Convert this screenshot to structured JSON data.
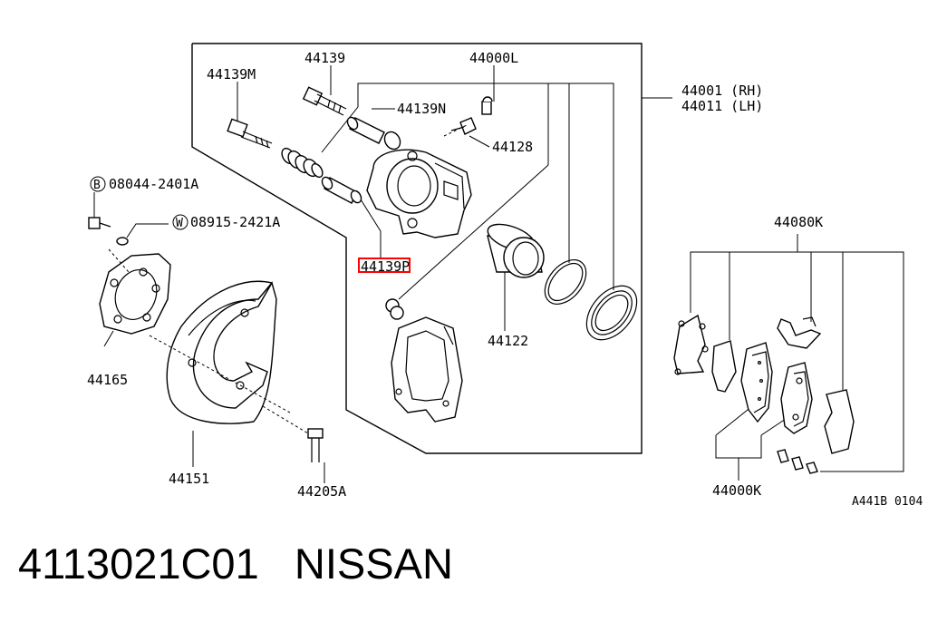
{
  "parts": {
    "p44139M": "44139M",
    "p44139": "44139",
    "p44000L": "44000L",
    "p44001": "44001 (RH)",
    "p44011": "44011 (LH)",
    "p44139N": "44139N",
    "p44128": "44128",
    "p08044": "08044-2401A",
    "p08915": "08915-2421A",
    "p44080K": "44080K",
    "p44139P": "44139P",
    "p44122": "44122",
    "p44165": "44165",
    "p44151": "44151",
    "p44205A": "44205A",
    "p44000K": "44000K",
    "code": "A441B 0104"
  },
  "circle_marks": {
    "b": "B",
    "w": "W"
  },
  "footer": {
    "part_number": "4113021C01",
    "brand": "NISSAN"
  },
  "highlight_color": "#ff0000"
}
